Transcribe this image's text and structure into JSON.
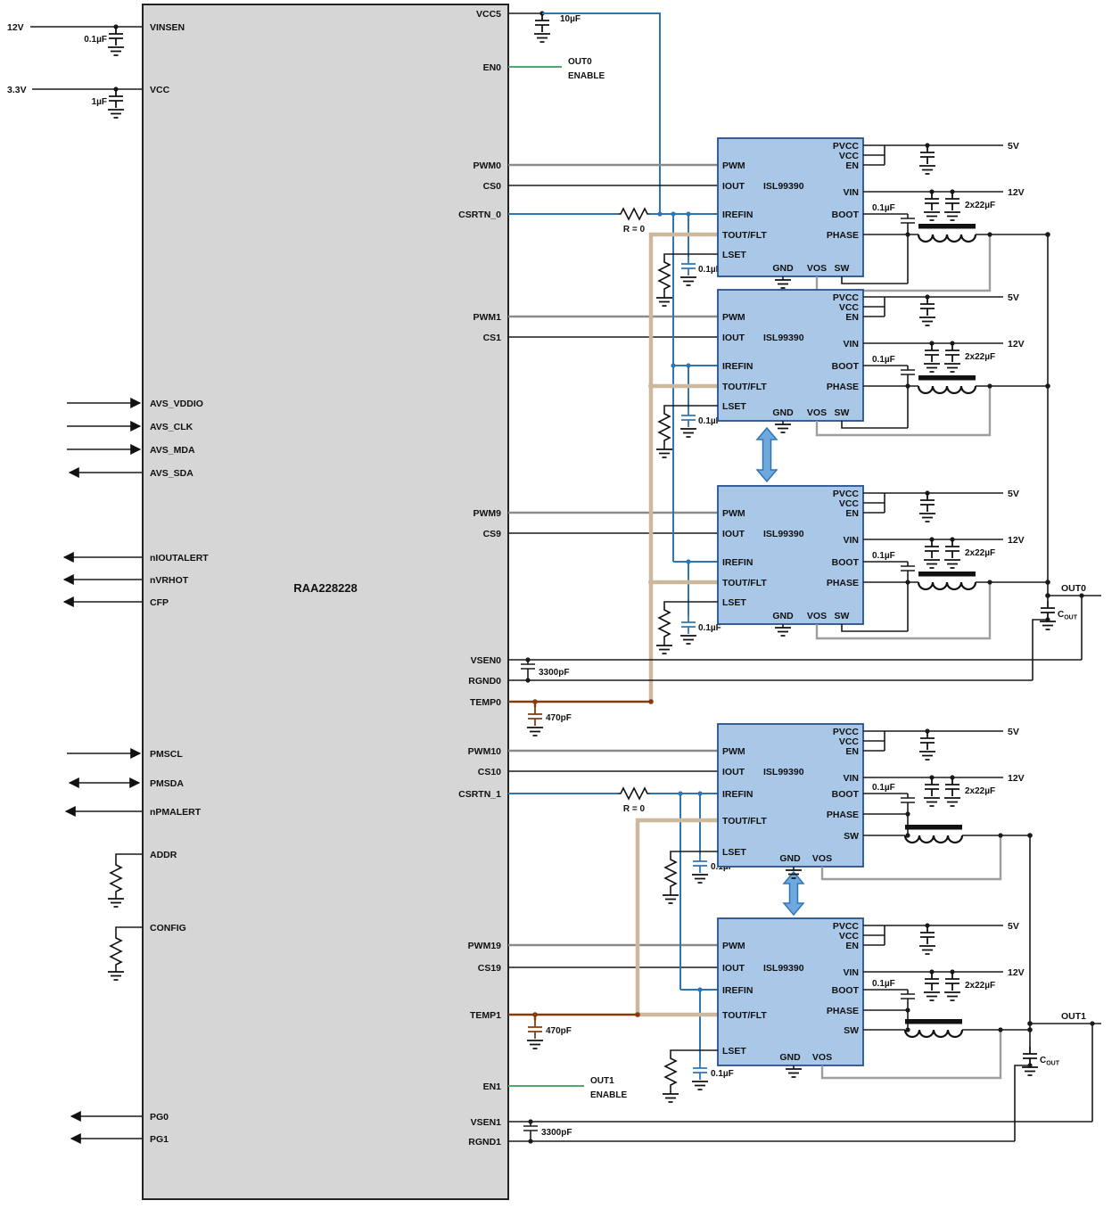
{
  "controller": {
    "part": "RAA228228",
    "left_pins": {
      "vinsen": "VINSEN",
      "vcc": "VCC",
      "avs_vddio": "AVS_VDDIO",
      "avs_clk": "AVS_CLK",
      "avs_mda": "AVS_MDA",
      "avs_sda": "AVS_SDA",
      "nioutalert": "nIOUTALERT",
      "nvrhot": "nVRHOT",
      "cfp": "CFP",
      "pmscl": "PMSCL",
      "pmsda": "PMSDA",
      "npmalert": "nPMALERT",
      "addr": "ADDR",
      "config": "CONFIG",
      "pg0": "PG0",
      "pg1": "PG1"
    },
    "right_pins": {
      "vcc5": "VCC5",
      "en0": "EN0",
      "pwm0": "PWM0",
      "cs0": "CS0",
      "csrtn_0": "CSRTN_0",
      "pwm1": "PWM1",
      "cs1": "CS1",
      "pwm9": "PWM9",
      "cs9": "CS9",
      "vsen0": "VSEN0",
      "rgnd0": "RGND0",
      "temp0": "TEMP0",
      "pwm10": "PWM10",
      "cs10": "CS10",
      "csrtn_1": "CSRTN_1",
      "pwm19": "PWM19",
      "cs19": "CS19",
      "temp1": "TEMP1",
      "en1": "EN1",
      "vsen1": "VSEN1",
      "rgnd1": "RGND1"
    }
  },
  "supplies": {
    "v12": "12V",
    "v3p3": "3.3V",
    "vinsen_cap": "0.1µF",
    "vcc_cap": "1µF",
    "vcc5_cap": "10µF"
  },
  "stage": {
    "part": "ISL99390",
    "pwm": "PWM",
    "iout": "IOUT",
    "irefin": "IREFIN",
    "toutflt": "TOUT/FLT",
    "lset": "LSET",
    "pvcc": "PVCC",
    "vcc": "VCC",
    "en": "EN",
    "vin": "VIN",
    "boot": "BOOT",
    "phase": "PHASE",
    "gnd": "GND",
    "vos": "VOS",
    "sw": "SW",
    "rail5": "5V",
    "rail12": "12V",
    "boot_cap": "0.1µF",
    "bulk_caps": "2x22µF",
    "irefin_cap": "0.1µF"
  },
  "ann": {
    "r0": "R = 0",
    "enable": "ENABLE",
    "out0": "OUT0",
    "out1": "OUT1",
    "vsen_cap": "3300pF",
    "temp_cap": "470pF",
    "cout_c": "C",
    "cout_sub": "OUT"
  }
}
